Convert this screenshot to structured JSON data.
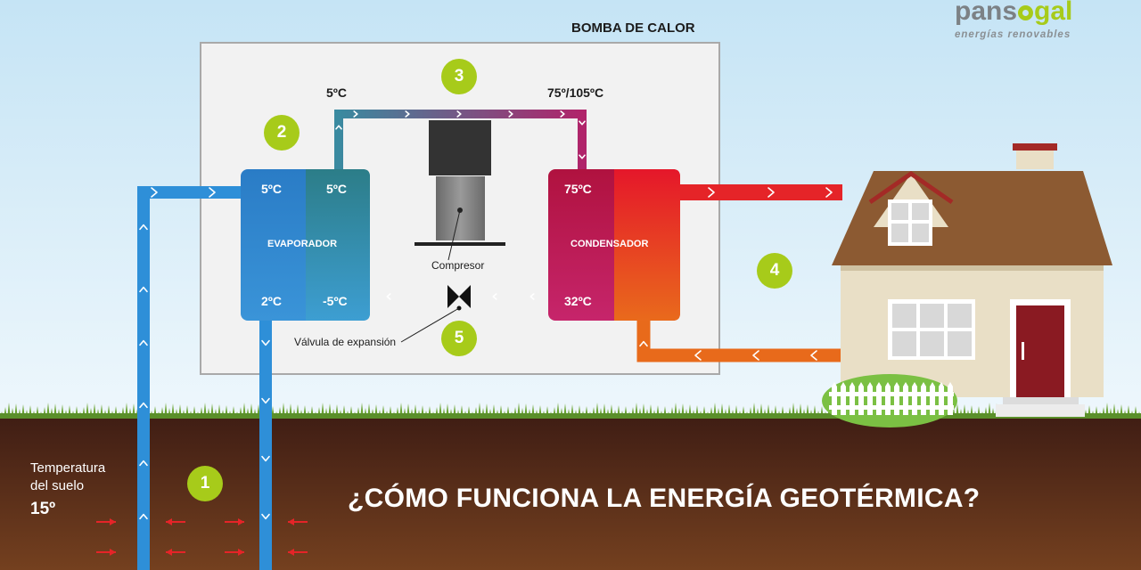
{
  "brand": {
    "name_pre": "pans",
    "name_post": "gal",
    "tagline": "energías renovables",
    "colors": {
      "gray": "#7c8185",
      "green": "#a7cb1a"
    }
  },
  "heat_pump": {
    "title": "BOMBA DE CALOR",
    "evaporator": {
      "label": "EVAPORADOR",
      "in_top": "5ºC",
      "out_top": "5ºC",
      "in_bottom": "2ºC",
      "out_bottom": "-5ºC"
    },
    "condenser": {
      "label": "CONDENSADOR",
      "top": "75ºC",
      "bottom": "32ºC"
    },
    "compressor": {
      "label": "Compresor",
      "temp_in": "5ºC",
      "temp_out": "75º/105ºC"
    },
    "expansion_valve": {
      "label": "Válvula de expansión"
    }
  },
  "steps": [
    "1",
    "2",
    "3",
    "4",
    "5"
  ],
  "ground": {
    "label_line1": "Temperatura",
    "label_line2": "del suelo",
    "value": "15º"
  },
  "headline": "¿CÓMO FUNCIONA LA ENERGÍA GEOTÉRMICA?",
  "colors": {
    "sky_top": "#c9e6f6",
    "sky_bottom": "#ebf6fc",
    "soil_top": "#4a2418",
    "soil_bottom": "#6e3a1f",
    "grass": "#6aa233",
    "ground_pipe": "#2e8fd8",
    "evaporator": "#2b80c8",
    "refrigerant_cold": "#2f8ea0",
    "condenser": "#b41d54",
    "hot_water": "#e52428",
    "return_water": "#e86a1b",
    "step_badge": "#a7cb1a"
  }
}
